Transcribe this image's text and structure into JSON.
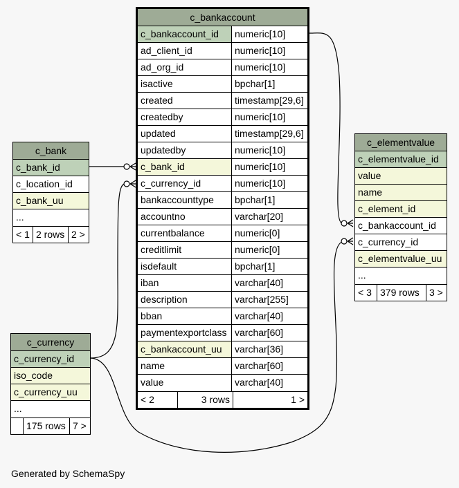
{
  "tables": {
    "bankaccount": {
      "title": "c_bankaccount",
      "columns": [
        {
          "name": "c_bankaccount_id",
          "type": "numeric[10]",
          "kind": "pk"
        },
        {
          "name": "ad_client_id",
          "type": "numeric[10]",
          "kind": ""
        },
        {
          "name": "ad_org_id",
          "type": "numeric[10]",
          "kind": ""
        },
        {
          "name": "isactive",
          "type": "bpchar[1]",
          "kind": ""
        },
        {
          "name": "created",
          "type": "timestamp[29,6]",
          "kind": ""
        },
        {
          "name": "createdby",
          "type": "numeric[10]",
          "kind": ""
        },
        {
          "name": "updated",
          "type": "timestamp[29,6]",
          "kind": ""
        },
        {
          "name": "updatedby",
          "type": "numeric[10]",
          "kind": ""
        },
        {
          "name": "c_bank_id",
          "type": "numeric[10]",
          "kind": "fk"
        },
        {
          "name": "c_currency_id",
          "type": "numeric[10]",
          "kind": ""
        },
        {
          "name": "bankaccounttype",
          "type": "bpchar[1]",
          "kind": ""
        },
        {
          "name": "accountno",
          "type": "varchar[20]",
          "kind": ""
        },
        {
          "name": "currentbalance",
          "type": "numeric[0]",
          "kind": ""
        },
        {
          "name": "creditlimit",
          "type": "numeric[0]",
          "kind": ""
        },
        {
          "name": "isdefault",
          "type": "bpchar[1]",
          "kind": ""
        },
        {
          "name": "iban",
          "type": "varchar[40]",
          "kind": ""
        },
        {
          "name": "description",
          "type": "varchar[255]",
          "kind": ""
        },
        {
          "name": "bban",
          "type": "varchar[40]",
          "kind": ""
        },
        {
          "name": "paymentexportclass",
          "type": "varchar[60]",
          "kind": ""
        },
        {
          "name": "c_bankaccount_uu",
          "type": "varchar[36]",
          "kind": "fk"
        },
        {
          "name": "name",
          "type": "varchar[60]",
          "kind": ""
        },
        {
          "name": "value",
          "type": "varchar[40]",
          "kind": ""
        }
      ],
      "footer": {
        "parents": "< 2",
        "rows": "3 rows",
        "children": "1 >"
      }
    },
    "bank": {
      "title": "c_bank",
      "columns": [
        {
          "name": "c_bank_id",
          "kind": "pk"
        },
        {
          "name": "c_location_id",
          "kind": ""
        },
        {
          "name": "c_bank_uu",
          "kind": "fk"
        },
        {
          "name": "...",
          "kind": ""
        }
      ],
      "footer": {
        "parents": "< 1",
        "rows": "2 rows",
        "children": "2 >"
      }
    },
    "currency": {
      "title": "c_currency",
      "columns": [
        {
          "name": "c_currency_id",
          "kind": "pk"
        },
        {
          "name": "iso_code",
          "kind": "fk"
        },
        {
          "name": "c_currency_uu",
          "kind": "fk"
        },
        {
          "name": "...",
          "kind": ""
        }
      ],
      "footer": {
        "parents": "",
        "rows": "175 rows",
        "children": "7 >"
      }
    },
    "elementvalue": {
      "title": "c_elementvalue",
      "columns": [
        {
          "name": "c_elementvalue_id",
          "kind": "pk"
        },
        {
          "name": "value",
          "kind": "fk"
        },
        {
          "name": "name",
          "kind": "fk"
        },
        {
          "name": "c_element_id",
          "kind": "fk"
        },
        {
          "name": "c_bankaccount_id",
          "kind": ""
        },
        {
          "name": "c_currency_id",
          "kind": ""
        },
        {
          "name": "c_elementvalue_uu",
          "kind": "fk"
        },
        {
          "name": "...",
          "kind": ""
        }
      ],
      "footer": {
        "parents": "< 3",
        "rows": "379 rows",
        "children": "3 >"
      }
    }
  },
  "footer_text": "Generated by SchemaSpy",
  "colors": {
    "header": "#9eab96",
    "primary_key": "#bed1b8",
    "highlight": "#f4f7da",
    "background": "#f7f7f7"
  }
}
